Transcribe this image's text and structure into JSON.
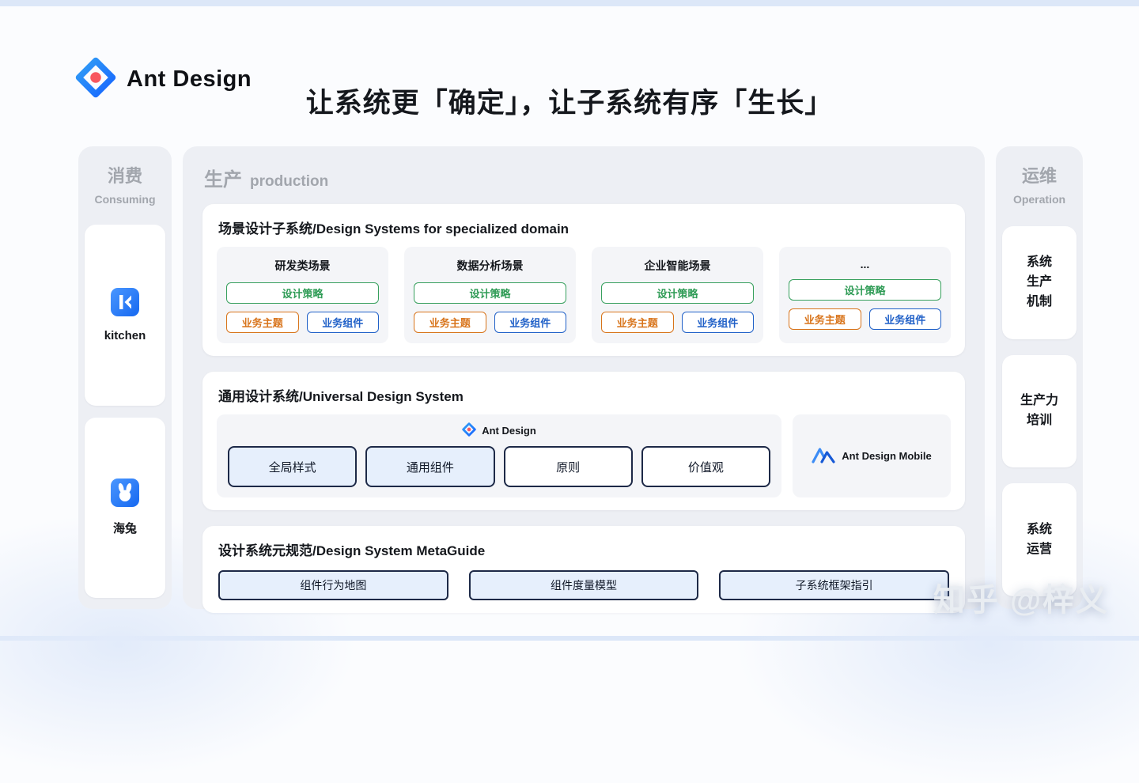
{
  "header": {
    "brand": "Ant Design",
    "title": "让系统更「确定」，让子系统有序「生长」"
  },
  "consuming": {
    "title_cn": "消费",
    "title_en": "Consuming",
    "items": [
      {
        "label": "kitchen",
        "icon": "kitchen-icon"
      },
      {
        "label": "海兔",
        "icon": "haitu-rabbit-icon"
      }
    ]
  },
  "production": {
    "title_cn": "生产",
    "title_en": "production",
    "specialized": {
      "title": "场景设计子系统/Design Systems for specialized domain",
      "cards": [
        {
          "title": "研发类场景",
          "strategy": "设计策略",
          "theme": "业务主题",
          "component": "业务组件"
        },
        {
          "title": "数据分析场景",
          "strategy": "设计策略",
          "theme": "业务主题",
          "component": "业务组件"
        },
        {
          "title": "企业智能场景",
          "strategy": "设计策略",
          "theme": "业务主题",
          "component": "业务组件"
        },
        {
          "title": "...",
          "strategy": "设计策略",
          "theme": "业务主题",
          "component": "业务组件"
        }
      ]
    },
    "universal": {
      "title": "通用设计系统/Universal Design System",
      "brand": "Ant Design",
      "buttons": [
        "全局样式",
        "通用组件",
        "原则",
        "价值观"
      ],
      "mobile_label": "Ant Design Mobile"
    },
    "metaguide": {
      "title": "设计系统元规范/Design System MetaGuide",
      "buttons": [
        "组件行为地图",
        "组件度量模型",
        "子系统框架指引"
      ]
    }
  },
  "operation": {
    "title_cn": "运维",
    "title_en": "Operation",
    "items": [
      {
        "label": "系统\n生产\n机制"
      },
      {
        "label": "生产力\n培训"
      },
      {
        "label": "系统\n运营"
      }
    ]
  },
  "watermark": "知乎 @梓义",
  "colors": {
    "accent_blue": "#1677ff",
    "strategy_green": "#2e9b55",
    "theme_orange": "#d8741b",
    "component_blue": "#2161c8",
    "outline_navy": "#1d2947",
    "filled_light_blue": "#e6effc",
    "panel_gray": "#edeff4",
    "heading_gray": "#a2a6ad"
  }
}
